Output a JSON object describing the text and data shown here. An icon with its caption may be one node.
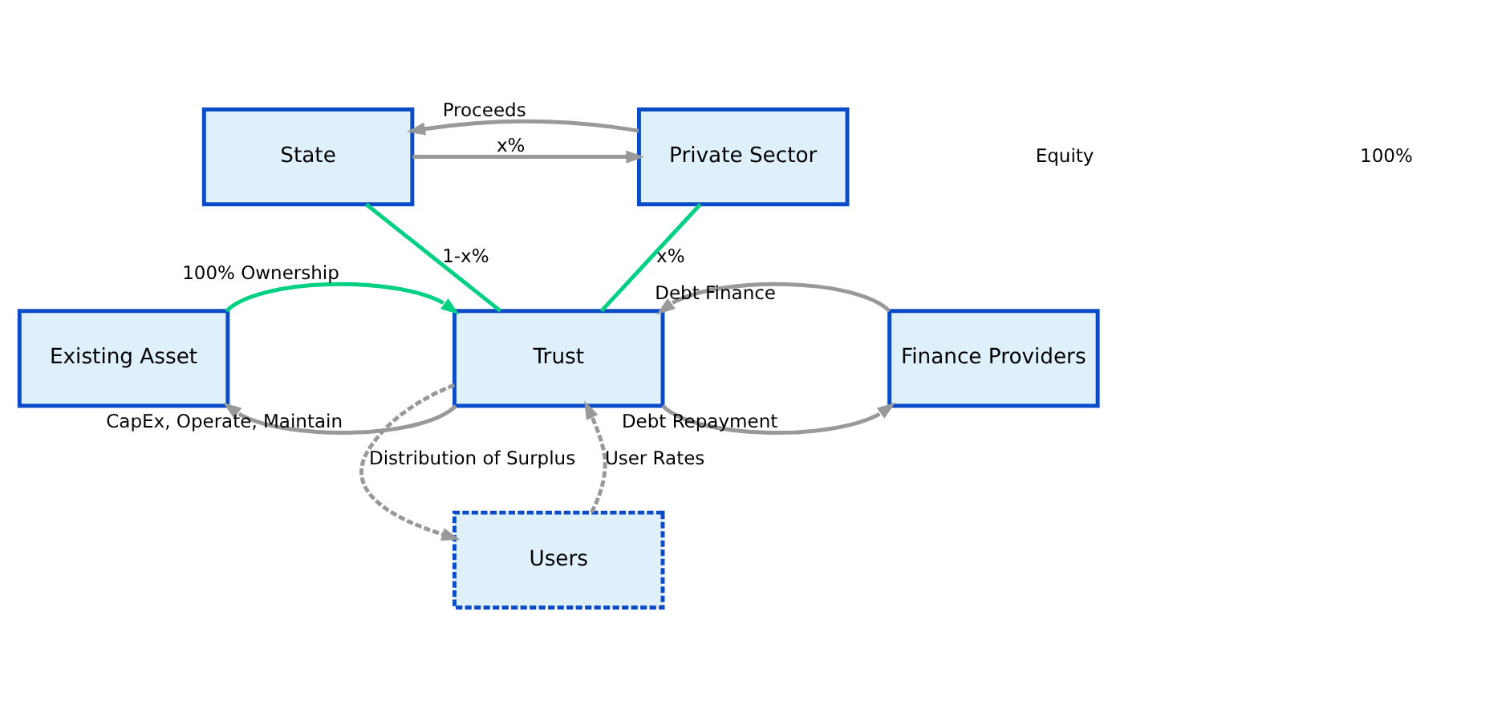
{
  "diagram": {
    "nodes": [
      {
        "text": [
          "State"
        ]
      },
      {
        "text": [
          "Private Sector"
        ]
      },
      {
        "text": [
          "Existing Asset"
        ]
      },
      {
        "text": [
          "Trust"
        ]
      },
      {
        "text": [
          "Finance Providers"
        ]
      },
      {
        "text": [
          "Users"
        ]
      }
    ],
    "edges": [
      {
        "from": 0,
        "to": 1,
        "arrow": "to",
        "label": "x%"
      },
      {
        "from": 1,
        "to": 0,
        "arrow": "to",
        "label": "Proceeds"
      },
      {
        "from": 0,
        "to": 3,
        "arrow": "none",
        "label": "1-x%",
        "color": "#00d084"
      },
      {
        "from": 1,
        "to": 3,
        "arrow": "none",
        "label": "x%",
        "color": "#00d084"
      },
      {
        "from": 2,
        "to": 3,
        "arrow": "to",
        "label": "100% Ownership",
        "color": "#00d084"
      },
      {
        "from": 3,
        "to": 2,
        "arrow": "to",
        "label": "CapEx, Operate, Maintain"
      },
      {
        "from": 4,
        "to": 3,
        "arrow": "to",
        "label": "Debt Finance"
      },
      {
        "from": 3,
        "to": 4,
        "arrow": "to",
        "label": "Debt Repayment"
      },
      {
        "from": 5,
        "to": 3,
        "arrow": "to",
        "label": "User Rates",
        "style": "dashed"
      },
      {
        "from": 3,
        "to": 5,
        "arrow": "to",
        "label": "Distribution of Surplus",
        "style": "dashed"
      }
    ],
    "labels": [
      "Equity",
      "100%"
    ]
  }
}
